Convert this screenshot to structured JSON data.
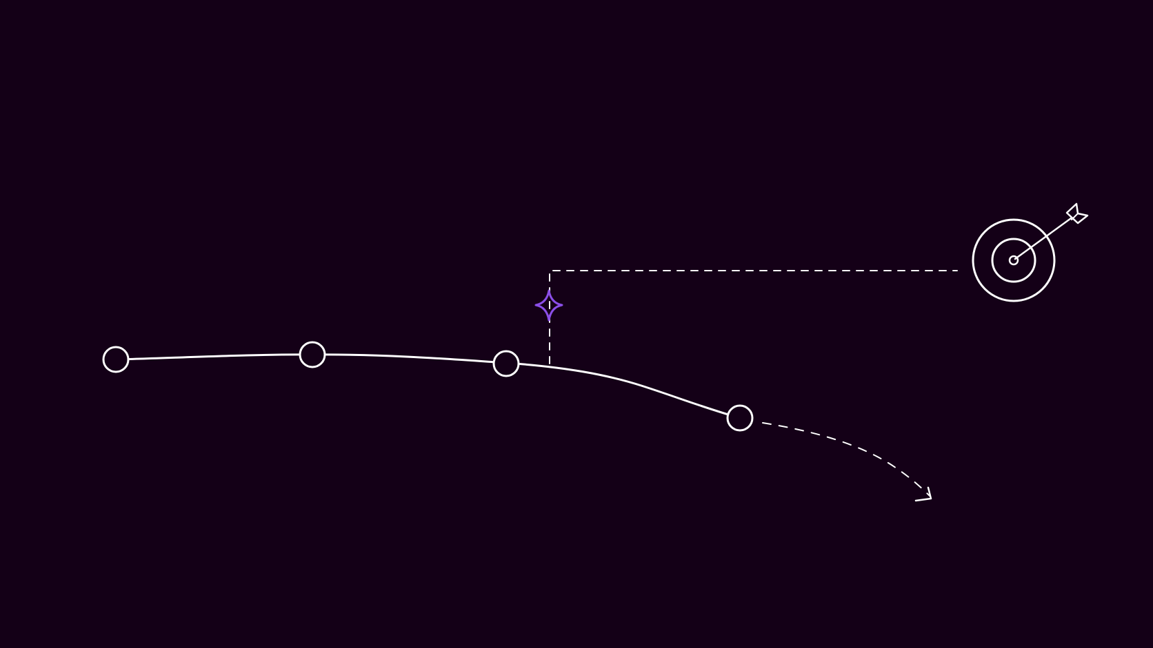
{
  "canvas": {
    "background": "#140017"
  },
  "colors": {
    "line": "#ffffff",
    "accent": "#8b4ee8"
  },
  "diagram": {
    "path_nodes": [
      {
        "name": "milestone-node-1",
        "shape": "circle",
        "filled": false
      },
      {
        "name": "milestone-node-2",
        "shape": "circle",
        "filled": false
      },
      {
        "name": "milestone-node-3",
        "shape": "circle",
        "filled": false
      },
      {
        "name": "milestone-node-4",
        "shape": "circle",
        "filled": false
      }
    ],
    "projection": {
      "style": "dashed",
      "ends_with": "arrowhead"
    },
    "branch": {
      "style": "dashed",
      "marker_icon": "sparkle-icon"
    },
    "goal": {
      "icon": "target-icon",
      "arrow_icon": "arrow-in-bullseye-icon"
    }
  }
}
